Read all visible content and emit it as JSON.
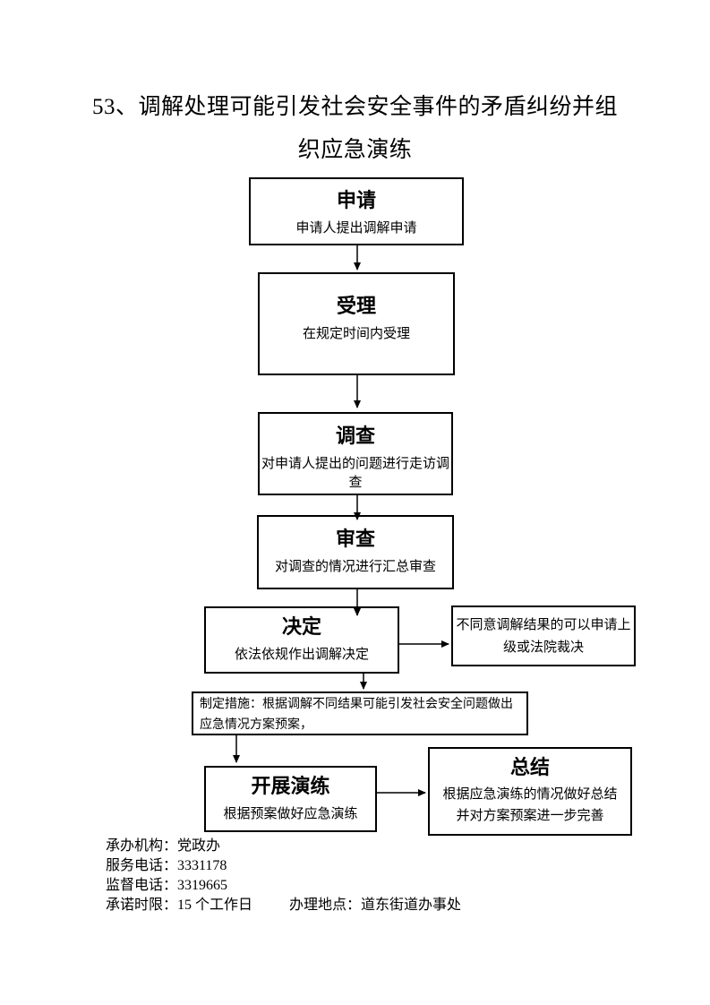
{
  "title": {
    "line1": "53、调解处理可能引发社会安全事件的矛盾纠纷并组",
    "line2": "织应急演练"
  },
  "flow": {
    "apply": {
      "title": "申请",
      "desc": "申请人提出调解申请"
    },
    "accept": {
      "title": "受理",
      "desc": "在规定时间内受理"
    },
    "investigate": {
      "title": "调查",
      "desc": "对申请人提出的问题进行走访调查"
    },
    "review": {
      "title": "审查",
      "desc": "对调查的情况进行汇总审查"
    },
    "decide": {
      "title": "决定",
      "desc": "依法依规作出调解决定"
    },
    "appeal_note": "不同意调解结果的可以申请上级或法院裁决",
    "measures_note": "制定措施：根据调解不同结果可能引发社会安全问题做出应急情况方案预案，",
    "drill": {
      "title": "开展演练",
      "desc": "根据预案做好应急演练"
    },
    "summary": {
      "title": "总结",
      "desc": "根据应急演练的情况做好总结并对方案预案进一步完善"
    }
  },
  "footer": {
    "agency": {
      "label": "承办机构：",
      "value": "党政办"
    },
    "service_phone": {
      "label": "服务电话：",
      "value": "3331178"
    },
    "supervision_phone": {
      "label": "监督电话：",
      "value": "3319665"
    },
    "time_limit": {
      "label": "承诺时限：",
      "value": "15 个工作日"
    },
    "location": {
      "label": "办理地点：",
      "value": "道东街道办事处"
    }
  },
  "colors": {
    "ink": "#000000",
    "paper": "#ffffff"
  }
}
